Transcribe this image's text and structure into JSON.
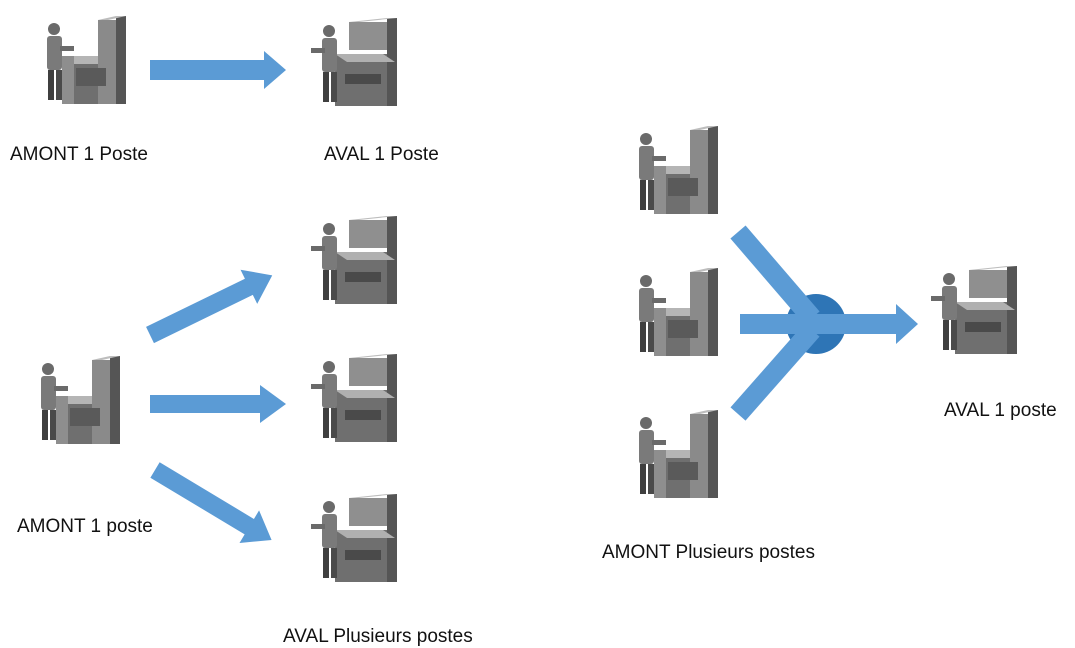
{
  "colors": {
    "arrow": "#5B9BD5",
    "merge_node": "#2E75B6",
    "machine_light": "#a9a9a9",
    "machine_mid": "#7d7d7d",
    "machine_dark": "#4f4f4f",
    "worker": "#6a6a6a"
  },
  "icons": [
    "operator-at-machine-icon",
    "flow-arrow",
    "merge-node"
  ],
  "labels": {
    "top_upstream": "AMONT 1 Poste",
    "top_downstream": "AVAL 1 Poste",
    "fanout_upstream": "AMONT 1 poste",
    "fanout_downstream": "AVAL Plusieurs postes",
    "merge_upstream": "AMONT Plusieurs postes",
    "merge_downstream": "AVAL 1 poste"
  }
}
